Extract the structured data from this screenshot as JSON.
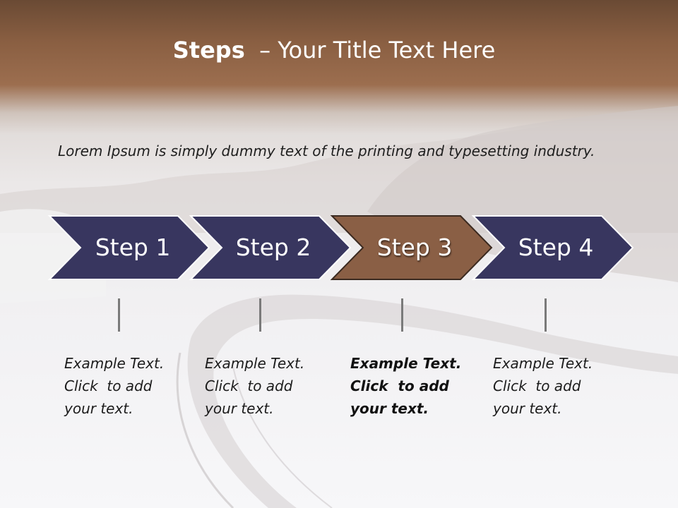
{
  "slide": {
    "title_bold": "Steps",
    "title_rest": "– Your Title Text Here",
    "intro": "Lorem Ipsum is simply dummy text of the printing and typesetting industry."
  },
  "colors": {
    "step_fill": "#38365f",
    "active_step_fill": "#8a5f45",
    "header_brown": "#8a5f42"
  },
  "steps": [
    {
      "label": "Step 1",
      "active": false,
      "note": [
        "Example Text.",
        "Click  to add",
        "your text."
      ]
    },
    {
      "label": "Step 2",
      "active": false,
      "note": [
        "Example Text.",
        "Click  to add",
        "your text."
      ]
    },
    {
      "label": "Step 3",
      "active": true,
      "note": [
        "Example Text.",
        "Click  to add",
        "your text."
      ]
    },
    {
      "label": "Step 4",
      "active": false,
      "note": [
        "Example Text.",
        "Click  to add",
        "your text."
      ]
    }
  ]
}
